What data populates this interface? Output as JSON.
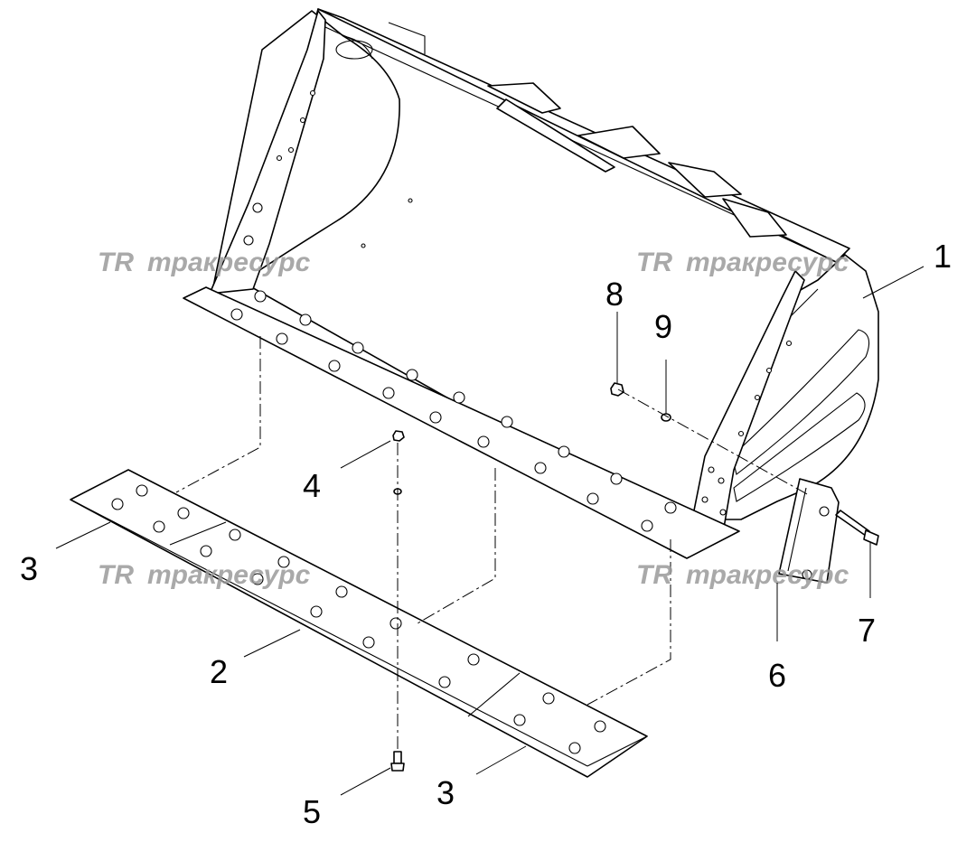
{
  "watermark": {
    "logo_letters": "TR",
    "text": "тракресурс",
    "color": "#9a9a9a"
  },
  "callouts": {
    "part_1": "1",
    "part_2": "2",
    "part_3_left": "3",
    "part_3_right": "3",
    "part_4": "4",
    "part_5": "5",
    "part_6": "6",
    "part_7": "7",
    "part_8": "8",
    "part_9": "9"
  },
  "colors": {
    "line": "#000000",
    "background": "#ffffff"
  }
}
